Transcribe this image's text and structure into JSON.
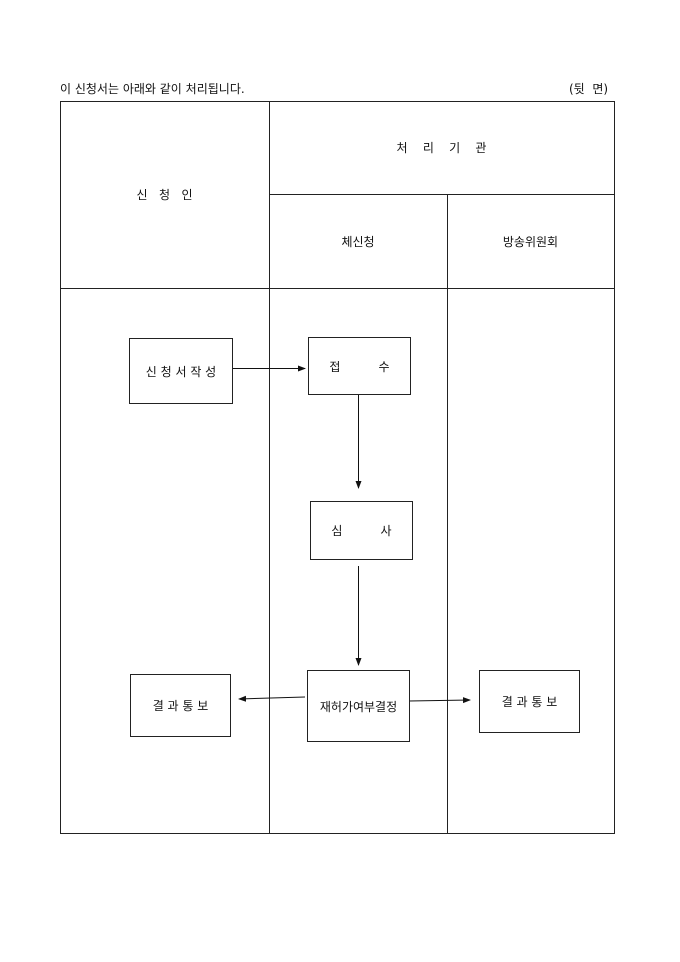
{
  "intro": "이 신청서는 아래와 같이 처리됩니다.",
  "page_side": "(뒷  면)",
  "header": {
    "applicant": "신   청   인",
    "agency": "처    리    기    관",
    "agency_1": "체신청",
    "agency_2": "방송위원회"
  },
  "flow": {
    "write_application": "신 청 서 작 성",
    "receipt": "접          수",
    "review": "심          사",
    "decision": "재허가여부결정",
    "notify_applicant": "결 과 통 보",
    "notify_commission": "결 과 통 보"
  }
}
